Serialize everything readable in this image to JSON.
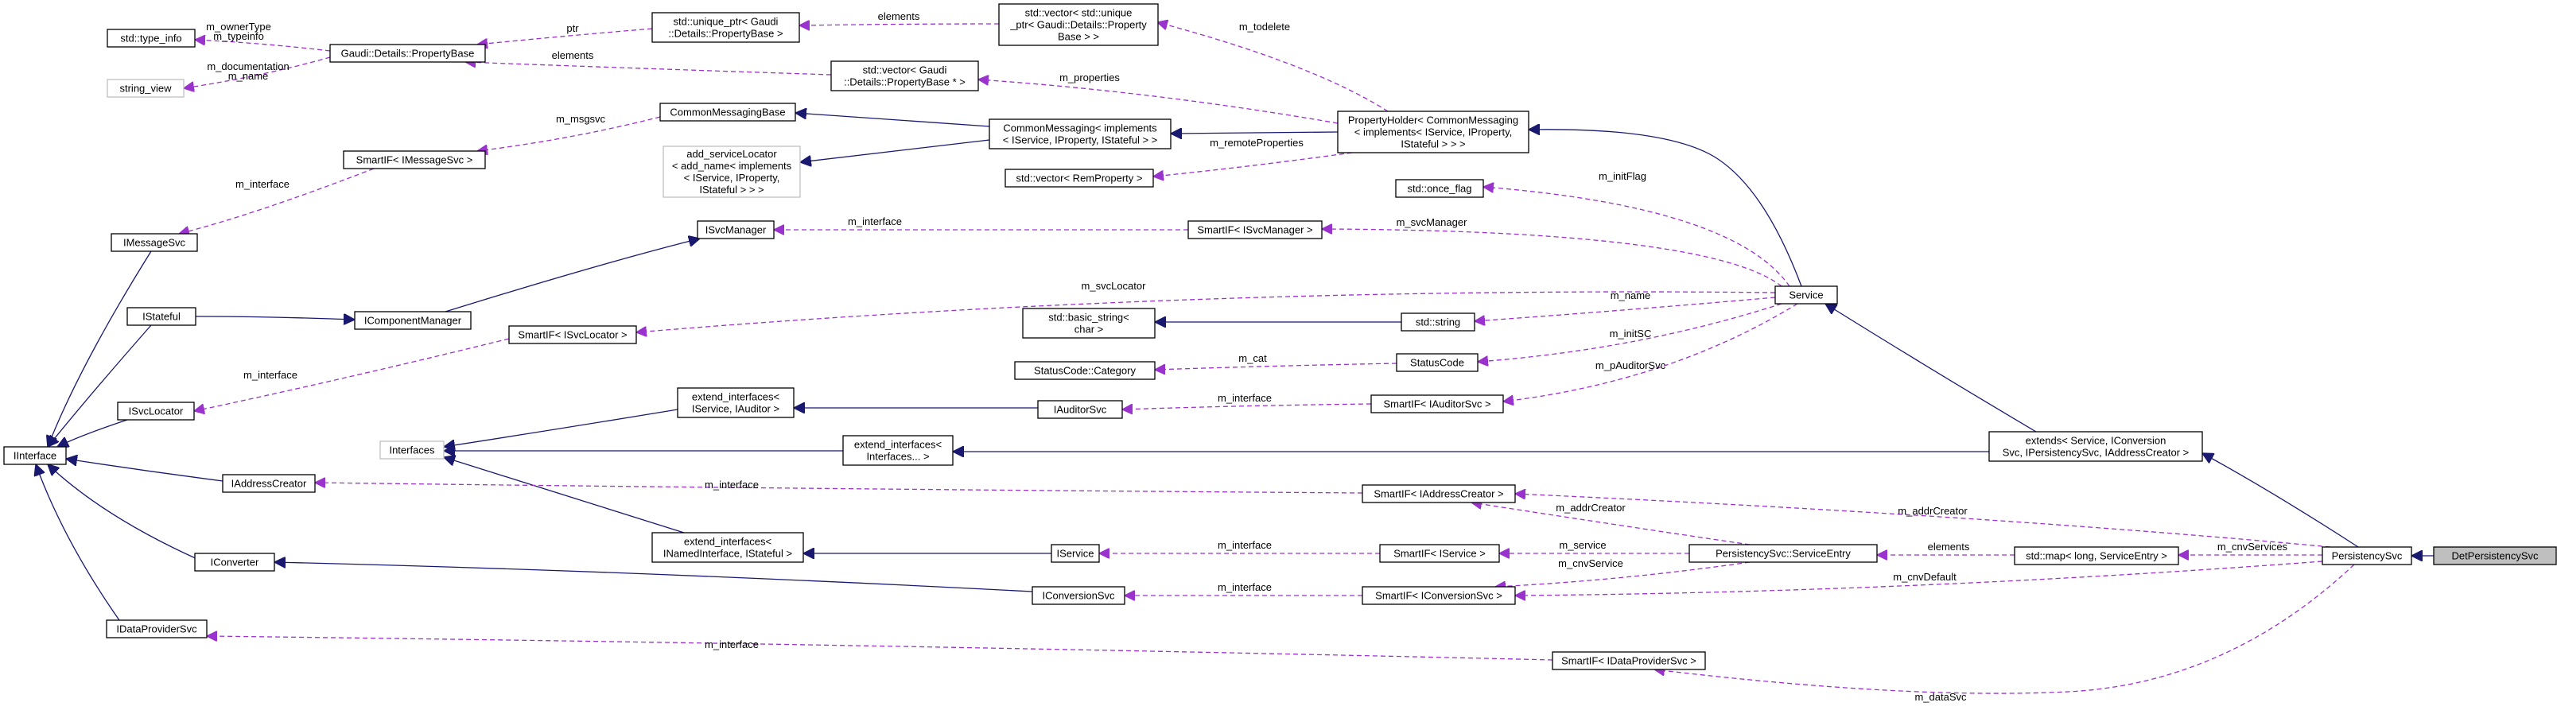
{
  "diagram": {
    "colors": {
      "inheritance": "#191970",
      "usage": "#9a32cd",
      "node_border": "#000000",
      "gray_border": "#bfbfbf",
      "gray_text": "#7f7f7f",
      "focus_fill": "#bfbfbf"
    },
    "nodes": [
      {
        "id": "type_info",
        "lines": [
          "std::type_info"
        ]
      },
      {
        "id": "string_view",
        "lines": [
          "string_view"
        ],
        "gray": true
      },
      {
        "id": "propbase",
        "lines": [
          "Gaudi::Details::PropertyBase"
        ]
      },
      {
        "id": "uniqueptr",
        "lines": [
          "std::unique_ptr< Gaudi",
          "::Details::PropertyBase >"
        ]
      },
      {
        "id": "vec_unique",
        "lines": [
          "std::vector< std::unique",
          "_ptr< Gaudi::Details::Property",
          "Base > >"
        ]
      },
      {
        "id": "vec_propbase",
        "lines": [
          "std::vector< Gaudi",
          "::Details::PropertyBase * >"
        ]
      },
      {
        "id": "cmb",
        "lines": [
          "CommonMessagingBase"
        ]
      },
      {
        "id": "cmi",
        "lines": [
          "CommonMessaging< implements",
          "< IService, IProperty, IStateful > >"
        ]
      },
      {
        "id": "propholder",
        "lines": [
          "PropertyHolder< CommonMessaging",
          "< implements< IService, IProperty,",
          "IStateful > > >"
        ]
      },
      {
        "id": "asl",
        "lines": [
          "add_serviceLocator",
          "< add_name< implements",
          "< IService, IProperty,",
          "IStateful > > >"
        ],
        "gray": true
      },
      {
        "id": "vec_remprop",
        "lines": [
          "std::vector< RemProperty >"
        ]
      },
      {
        "id": "sif_msg",
        "lines": [
          "SmartIF< IMessageSvc >"
        ]
      },
      {
        "id": "imsg",
        "lines": [
          "IMessageSvc"
        ]
      },
      {
        "id": "oflag",
        "lines": [
          "std::once_flag"
        ]
      },
      {
        "id": "isvcmgr",
        "lines": [
          "ISvcManager"
        ]
      },
      {
        "id": "sif_svcmgr",
        "lines": [
          "SmartIF< ISvcManager >"
        ]
      },
      {
        "id": "icompmgr",
        "lines": [
          "IComponentManager"
        ]
      },
      {
        "id": "service",
        "lines": [
          "Service"
        ]
      },
      {
        "id": "sif_svcloc",
        "lines": [
          "SmartIF< ISvcLocator >"
        ]
      },
      {
        "id": "bstring",
        "lines": [
          "std::basic_string<",
          "char >"
        ]
      },
      {
        "id": "string",
        "lines": [
          "std::string"
        ]
      },
      {
        "id": "istateful",
        "lines": [
          "IStateful"
        ]
      },
      {
        "id": "sccat",
        "lines": [
          "StatusCode::Category"
        ]
      },
      {
        "id": "statuscode",
        "lines": [
          "StatusCode"
        ]
      },
      {
        "id": "ei_aud",
        "lines": [
          "extend_interfaces<",
          "IService, IAuditor >"
        ]
      },
      {
        "id": "iaudsvc",
        "lines": [
          "IAuditorSvc"
        ]
      },
      {
        "id": "sif_aud",
        "lines": [
          "SmartIF< IAuditorSvc >"
        ]
      },
      {
        "id": "isvcloc",
        "lines": [
          "ISvcLocator"
        ]
      },
      {
        "id": "interfaces",
        "lines": [
          "Interfaces"
        ],
        "gray": true
      },
      {
        "id": "ei_int",
        "lines": [
          "extend_interfaces<",
          "Interfaces... >"
        ]
      },
      {
        "id": "extends",
        "lines": [
          "extends< Service, IConversion",
          "Svc, IPersistencySvc, IAddressCreator >"
        ]
      },
      {
        "id": "iinterface",
        "lines": [
          "IInterface"
        ]
      },
      {
        "id": "iaddrcreator",
        "lines": [
          "IAddressCreator"
        ]
      },
      {
        "id": "sif_addr",
        "lines": [
          "SmartIF< IAddressCreator >"
        ]
      },
      {
        "id": "ei_named",
        "lines": [
          "extend_interfaces<",
          "INamedInterface, IStateful >"
        ]
      },
      {
        "id": "iservice",
        "lines": [
          "IService"
        ]
      },
      {
        "id": "sif_isvc",
        "lines": [
          "SmartIF< IService >"
        ]
      },
      {
        "id": "se",
        "lines": [
          "PersistencySvc::ServiceEntry"
        ]
      },
      {
        "id": "map",
        "lines": [
          "std::map< long, ServiceEntry >"
        ]
      },
      {
        "id": "persist",
        "lines": [
          "PersistencySvc"
        ]
      },
      {
        "id": "detpersist",
        "lines": [
          "DetPersistencySvc"
        ],
        "focus": true
      },
      {
        "id": "iconverter",
        "lines": [
          "IConverter"
        ]
      },
      {
        "id": "iconvsvc",
        "lines": [
          "IConversionSvc"
        ]
      },
      {
        "id": "sif_conv",
        "lines": [
          "SmartIF< IConversionSvc >"
        ]
      },
      {
        "id": "idataprov",
        "lines": [
          "IDataProviderSvc"
        ]
      },
      {
        "id": "sif_dp",
        "lines": [
          "SmartIF< IDataProviderSvc >"
        ]
      }
    ],
    "edges": [
      {
        "kind": "use",
        "from": "propbase",
        "to": "type_info",
        "labels": [
          "m_ownerType",
          "m_typeinfo"
        ]
      },
      {
        "kind": "use",
        "from": "propbase",
        "to": "string_view",
        "labels": [
          "m_documentation",
          "m_name"
        ]
      },
      {
        "kind": "use",
        "from": "uniqueptr",
        "to": "propbase",
        "labels": [
          "ptr"
        ]
      },
      {
        "kind": "use",
        "from": "vec_unique",
        "to": "uniqueptr",
        "labels": [
          "elements"
        ]
      },
      {
        "kind": "use",
        "from": "vec_propbase",
        "to": "propbase",
        "labels": [
          "elements"
        ]
      },
      {
        "kind": "use",
        "from": "propholder",
        "to": "vec_unique",
        "labels": [
          "m_todelete"
        ]
      },
      {
        "kind": "use",
        "from": "propholder",
        "to": "vec_propbase",
        "labels": [
          "m_properties"
        ]
      },
      {
        "kind": "use",
        "from": "propholder",
        "to": "vec_remprop",
        "labels": [
          "m_remoteProperties"
        ]
      },
      {
        "kind": "inh",
        "from": "cmi",
        "to": "cmb",
        "labels": []
      },
      {
        "kind": "inh",
        "from": "cmi",
        "to": "asl",
        "labels": []
      },
      {
        "kind": "inh",
        "from": "propholder",
        "to": "cmi",
        "labels": []
      },
      {
        "kind": "use",
        "from": "cmb",
        "to": "sif_msg",
        "labels": [
          "m_msgsvc"
        ]
      },
      {
        "kind": "use",
        "from": "sif_msg",
        "to": "imsg",
        "labels": [
          "m_interface"
        ]
      },
      {
        "kind": "inh",
        "from": "service",
        "to": "propholder",
        "labels": []
      },
      {
        "kind": "use",
        "from": "service",
        "to": "oflag",
        "labels": [
          "m_initFlag"
        ]
      },
      {
        "kind": "use",
        "from": "service",
        "to": "sif_svcmgr",
        "labels": [
          "m_svcManager"
        ]
      },
      {
        "kind": "use",
        "from": "sif_svcmgr",
        "to": "isvcmgr",
        "labels": [
          "m_interface"
        ]
      },
      {
        "kind": "use",
        "from": "service",
        "to": "sif_svcloc",
        "labels": [
          "m_svcLocator"
        ]
      },
      {
        "kind": "use",
        "from": "service",
        "to": "string",
        "labels": [
          "m_name"
        ]
      },
      {
        "kind": "use",
        "from": "service",
        "to": "statuscode",
        "labels": [
          "m_initSC"
        ]
      },
      {
        "kind": "use",
        "from": "service",
        "to": "sif_aud",
        "labels": [
          "m_pAuditorSvc"
        ]
      },
      {
        "kind": "inh",
        "from": "string",
        "to": "bstring",
        "labels": []
      },
      {
        "kind": "use",
        "from": "statuscode",
        "to": "sccat",
        "labels": [
          "m_cat"
        ]
      },
      {
        "kind": "use",
        "from": "sif_aud",
        "to": "iaudsvc",
        "labels": [
          "m_interface"
        ]
      },
      {
        "kind": "inh",
        "from": "iaudsvc",
        "to": "ei_aud",
        "labels": []
      },
      {
        "kind": "inh",
        "from": "icompmgr",
        "to": "isvcmgr",
        "labels": []
      },
      {
        "kind": "inh",
        "from": "istateful",
        "to": "icompmgr",
        "labels": []
      },
      {
        "kind": "use",
        "from": "sif_svcloc",
        "to": "isvcloc",
        "labels": [
          "m_interface"
        ]
      },
      {
        "kind": "inh",
        "from": "ei_aud",
        "to": "interfaces",
        "labels": []
      },
      {
        "kind": "inh",
        "from": "ei_int",
        "to": "interfaces",
        "labels": []
      },
      {
        "kind": "inh",
        "from": "ei_named",
        "to": "interfaces",
        "labels": []
      },
      {
        "kind": "inh",
        "from": "extends",
        "to": "ei_int",
        "labels": []
      },
      {
        "kind": "inh",
        "from": "extends",
        "to": "service",
        "labels": []
      },
      {
        "kind": "inh",
        "from": "iservice",
        "to": "ei_named",
        "labels": []
      },
      {
        "kind": "inh",
        "from": "imsg",
        "to": "iinterface",
        "labels": []
      },
      {
        "kind": "inh",
        "from": "istateful",
        "to": "iinterface",
        "labels": []
      },
      {
        "kind": "inh",
        "from": "isvcloc",
        "to": "iinterface",
        "labels": []
      },
      {
        "kind": "inh",
        "from": "iaddrcreator",
        "to": "iinterface",
        "labels": []
      },
      {
        "kind": "inh",
        "from": "iconverter",
        "to": "iinterface",
        "labels": []
      },
      {
        "kind": "inh",
        "from": "idataprov",
        "to": "iinterface",
        "labels": []
      },
      {
        "kind": "inh",
        "from": "iconvsvc",
        "to": "iconverter",
        "labels": []
      },
      {
        "kind": "use",
        "from": "sif_addr",
        "to": "iaddrcreator",
        "labels": [
          "m_interface"
        ]
      },
      {
        "kind": "use",
        "from": "sif_isvc",
        "to": "iservice",
        "labels": [
          "m_interface"
        ]
      },
      {
        "kind": "use",
        "from": "sif_conv",
        "to": "iconvsvc",
        "labels": [
          "m_interface"
        ]
      },
      {
        "kind": "use",
        "from": "sif_dp",
        "to": "idataprov",
        "labels": [
          "m_interface"
        ]
      },
      {
        "kind": "use",
        "from": "se",
        "to": "sif_addr",
        "labels": [
          "m_addrCreator"
        ]
      },
      {
        "kind": "use",
        "from": "se",
        "to": "sif_isvc",
        "labels": [
          "m_service"
        ]
      },
      {
        "kind": "use",
        "from": "se",
        "to": "sif_conv",
        "labels": [
          "m_cnvService"
        ]
      },
      {
        "kind": "use",
        "from": "map",
        "to": "se",
        "labels": [
          "elements"
        ]
      },
      {
        "kind": "use",
        "from": "persist",
        "to": "map",
        "labels": [
          "m_cnvServices"
        ]
      },
      {
        "kind": "use",
        "from": "persist",
        "to": "sif_addr",
        "labels": [
          "m_addrCreator"
        ]
      },
      {
        "kind": "use",
        "from": "persist",
        "to": "sif_conv",
        "labels": [
          "m_cnvDefault"
        ]
      },
      {
        "kind": "use",
        "from": "persist",
        "to": "sif_dp",
        "labels": [
          "m_dataSvc"
        ]
      },
      {
        "kind": "inh",
        "from": "persist",
        "to": "extends",
        "labels": []
      },
      {
        "kind": "inh",
        "from": "detpersist",
        "to": "persist",
        "labels": []
      }
    ]
  }
}
